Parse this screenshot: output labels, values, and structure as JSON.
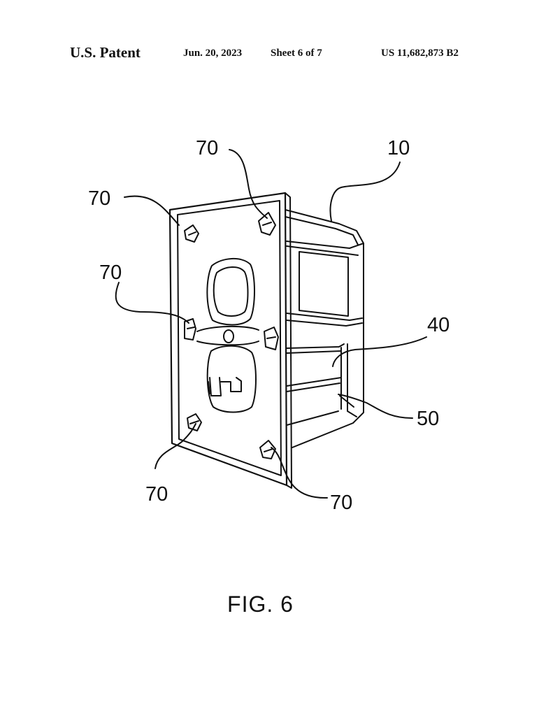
{
  "header": {
    "left": "U.S. Patent",
    "date": "Jun. 20, 2023",
    "sheet": "Sheet 6 of 7",
    "patent_number": "US 11,682,873 B2"
  },
  "figure": {
    "label": "FIG. 6",
    "reference_numerals": {
      "box": "10",
      "part_40": "40",
      "part_50": "50",
      "fastener": "70"
    }
  }
}
